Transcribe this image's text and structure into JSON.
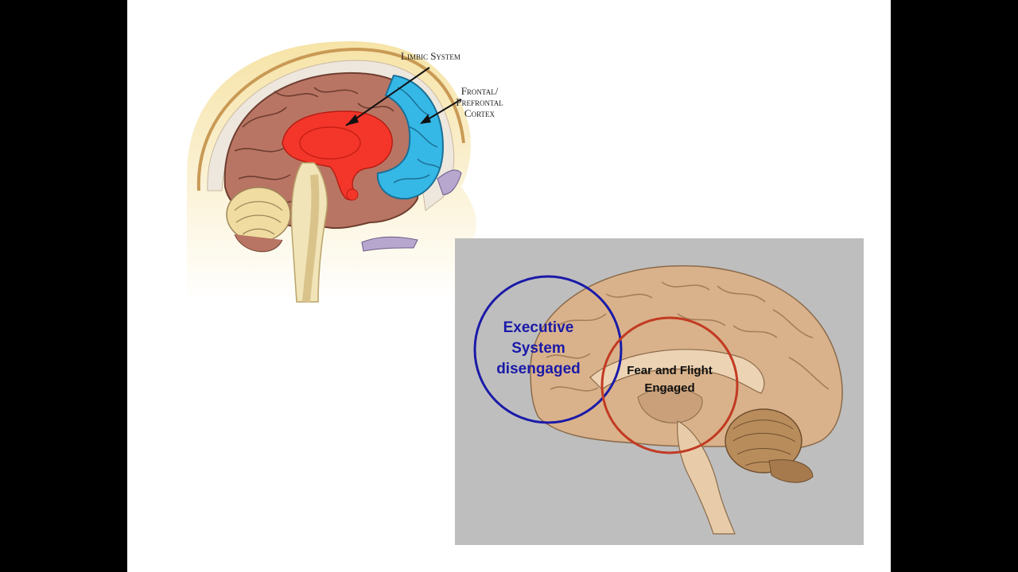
{
  "top_figure": {
    "labels": {
      "limbic": "Limbic System",
      "frontal_line1": "Frontal/",
      "frontal_line2": "Prefrontal",
      "frontal_line3": "Cortex"
    },
    "colors": {
      "limbic": "#f4362a",
      "frontal": "#35b8e6",
      "cortex": "#b97563",
      "skull": "#f6e3a6"
    }
  },
  "bottom_figure": {
    "executive_line1": "Executive",
    "executive_line2": "System",
    "executive_line3": "disengaged",
    "fear_line1": "Fear and Flight",
    "fear_line2": "Engaged",
    "colors": {
      "executive_circle": "#1a1aa8",
      "fear_circle": "#c23a22",
      "background": "#bebebe",
      "brain": "#d9b28b"
    }
  }
}
